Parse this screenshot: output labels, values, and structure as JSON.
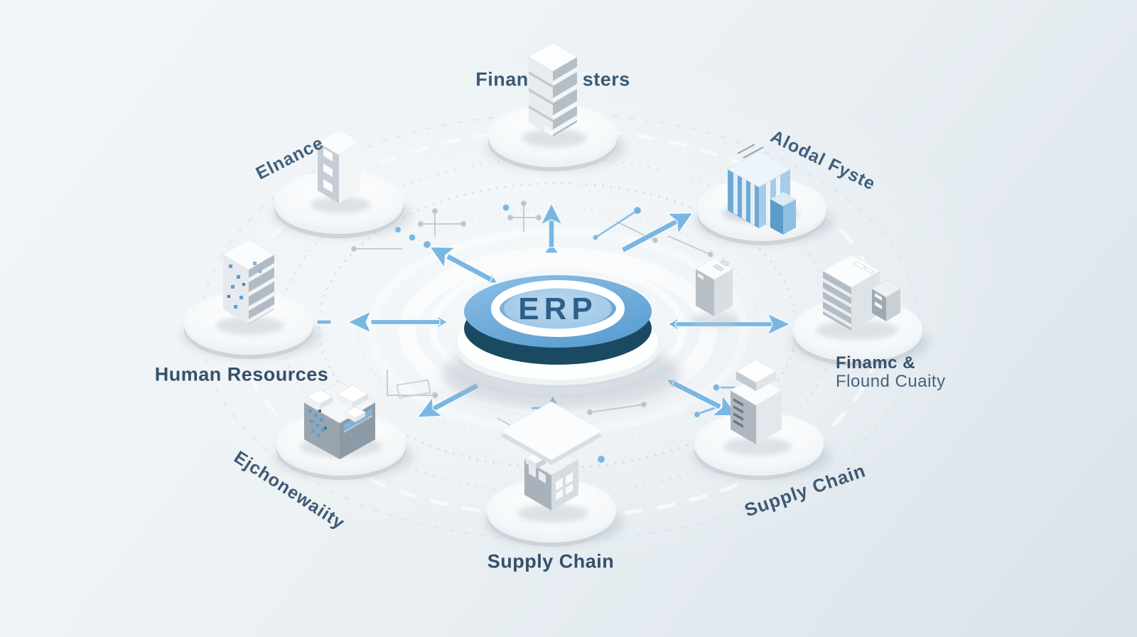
{
  "hub": {
    "label": "ERP"
  },
  "nodes": {
    "top": {
      "label_left": "Finan",
      "label_right": "sters"
    },
    "top_left": {
      "label": "Elnance"
    },
    "top_right": {
      "label": "Alodal Fyste"
    },
    "left": {
      "label": "Human Resources"
    },
    "right": {
      "label_line1": "Finamc &",
      "label_line2": "Flound Cuaity"
    },
    "bottom_left": {
      "label": "Ejchonewaiity"
    },
    "bottom": {
      "label": "Supply Chain"
    },
    "bottom_right": {
      "label": "Supply Chain"
    }
  },
  "icons": {
    "hub": "erp-hub-disc",
    "top": "slab-tower-building-icon",
    "top_left": "box-tower-building-icon",
    "top_right": "blue-datacenter-building-icon",
    "left": "decal-tower-building-icon",
    "right": "panel-office-building-icon",
    "bottom_left": "cube-warehouse-building-icon",
    "bottom": "floating-roof-building-icon",
    "bottom_right": "stepped-tower-building-icon",
    "floating": "server-box-icon"
  },
  "colors": {
    "background_top": "#f2f6f8",
    "background_bottom": "#dae2e9",
    "hub_top_blue": "#6aaad9",
    "hub_side_dark": "#1a4a62",
    "hub_inner_blue": "#a9cde9",
    "hub_ring_white": "#ffffff",
    "hub_text": "#2d5f89",
    "arrow_blue": "#79b7e3",
    "label_text": "#3c566f",
    "disc_white": "#ffffff",
    "disc_rim": "#ccd4db",
    "building_light": "#e9edf0",
    "building_dark": "#b7c0c8",
    "building_blue": "#74aed6"
  }
}
